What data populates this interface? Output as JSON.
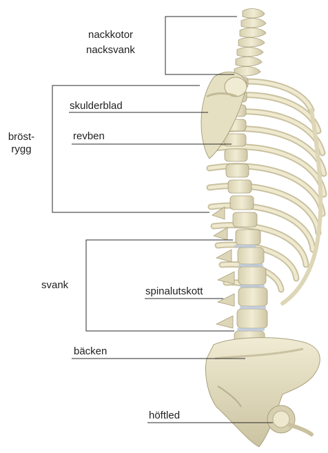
{
  "labels": {
    "nackkotor": "nackkotor",
    "nacksvank": "nacksvank",
    "skulderblad": "skulderblad",
    "revben": "revben",
    "brost_line1": "bröst-",
    "brost_line2": "rygg",
    "svank": "svank",
    "spinalutskott": "spinalutskott",
    "backen": "bäcken",
    "hoftled": "höftled"
  },
  "colors": {
    "bone": "#ece6c9",
    "bone_shadow": "#c9c1a0",
    "bone_dark": "#a89f7c",
    "disc": "#b9c6d8",
    "line": "#2a2a2a"
  }
}
